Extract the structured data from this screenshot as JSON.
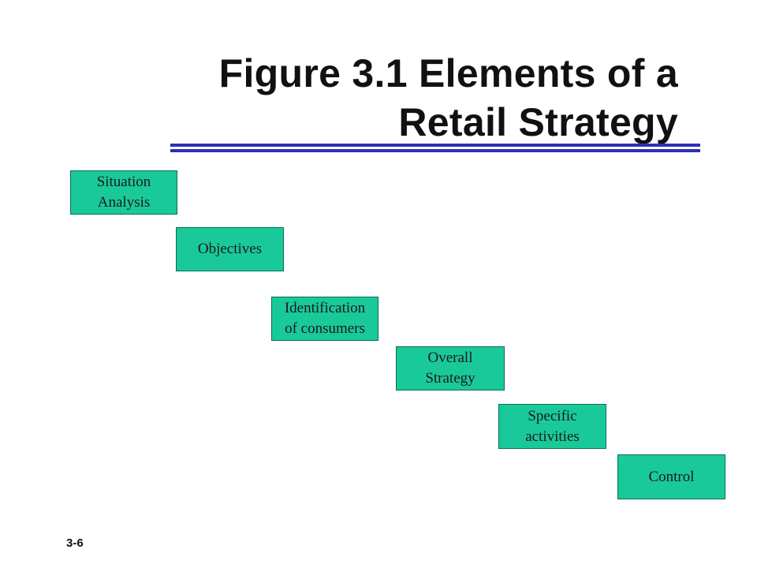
{
  "title": {
    "line1": "Figure 3.1 Elements of a",
    "line2": "Retail Strategy"
  },
  "colors": {
    "box_fill": "#19c999",
    "rule": "#2e2eb8"
  },
  "steps": [
    {
      "label": "Situation\nAnalysis"
    },
    {
      "label": "Objectives"
    },
    {
      "label": "Identification\nof consumers"
    },
    {
      "label": "Overall\nStrategy"
    },
    {
      "label": "Specific\nactivities"
    },
    {
      "label": "Control"
    }
  ],
  "slide_number": "3-6"
}
